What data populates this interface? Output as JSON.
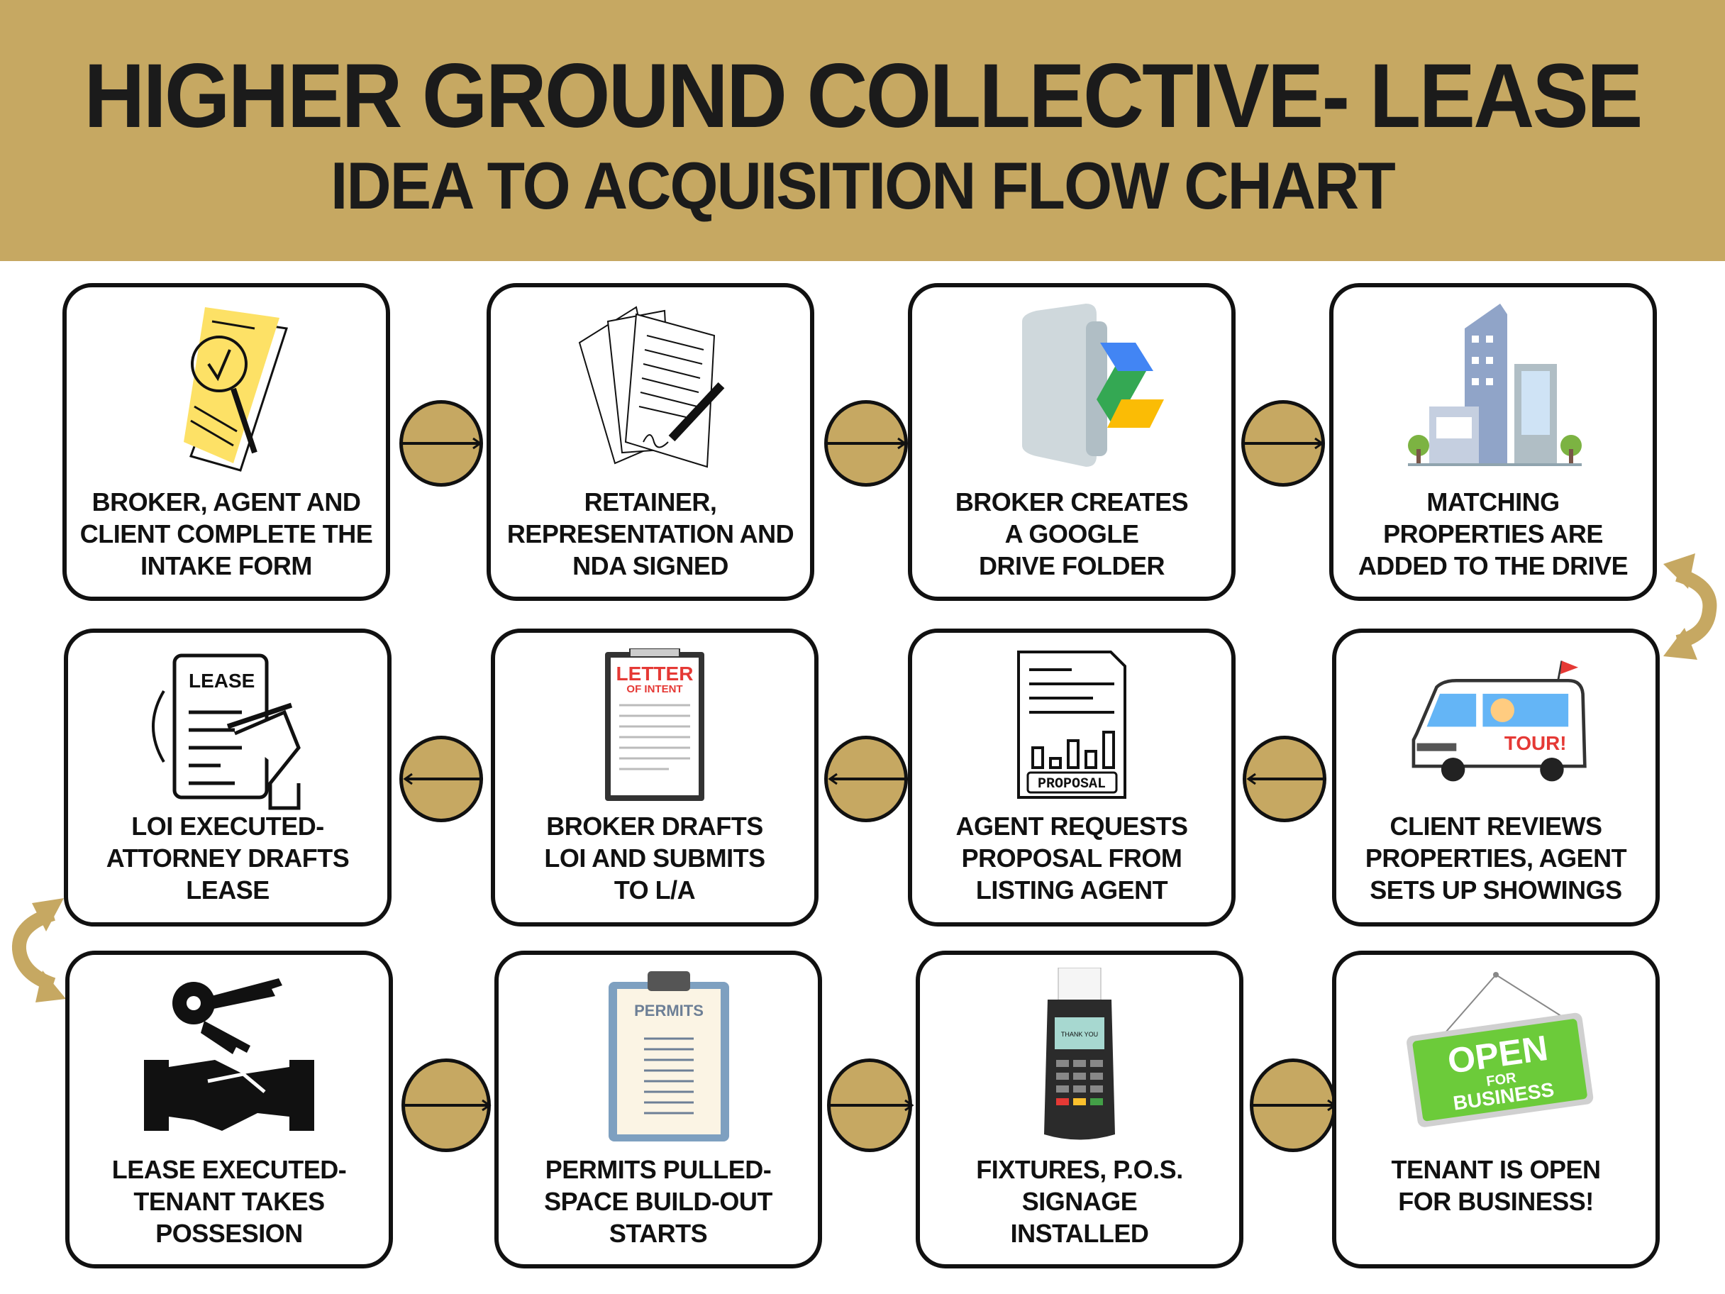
{
  "header": {
    "title": "HIGHER GROUND COLLECTIVE- LEASE",
    "subtitle": "IDEA TO ACQUISITION FLOW CHART"
  },
  "colors": {
    "gold": "#c6a862",
    "border": "#111111"
  },
  "steps": [
    {
      "label": "BROKER, AGENT AND\nCLIENT COMPLETE THE\nINTAKE FORM",
      "icon": "intake-form-magnifier-icon"
    },
    {
      "label": "RETAINER,\nREPRESENTATION AND\nNDA SIGNED",
      "icon": "signed-documents-pen-icon"
    },
    {
      "label": "BROKER CREATES\nA GOOGLE\nDRIVE FOLDER",
      "icon": "google-drive-folder-icon"
    },
    {
      "label": "MATCHING\nPROPERTIES ARE\nADDED TO THE DRIVE",
      "icon": "buildings-icon"
    },
    {
      "label": "CLIENT REVIEWS\nPROPERTIES, AGENT\nSETS UP SHOWINGS",
      "icon": "tour-van-icon",
      "icon_text": "TOUR!"
    },
    {
      "label": "AGENT REQUESTS\nPROPOSAL FROM\nLISTING AGENT",
      "icon": "proposal-document-icon",
      "icon_text": "PROPOSAL"
    },
    {
      "label": "BROKER DRAFTS\nLOI AND SUBMITS\nTO L/A",
      "icon": "letter-of-intent-icon",
      "icon_text": "LETTER",
      "icon_text2": "OF INTENT"
    },
    {
      "label": "LOI EXECUTED-\nATTORNEY DRAFTS\nLEASE",
      "icon": "lease-signing-icon",
      "icon_text": "LEASE"
    },
    {
      "label": "LEASE EXECUTED-\nTENANT TAKES\nPOSSESION",
      "icon": "keys-handshake-icon"
    },
    {
      "label": "PERMITS PULLED-\nSPACE BUILD-OUT\nSTARTS",
      "icon": "permits-clipboard-icon",
      "icon_text": "PERMITS"
    },
    {
      "label": "FIXTURES, P.O.S.\nSIGNAGE\nINSTALLED",
      "icon": "pos-terminal-icon",
      "icon_text": "THANK YOU"
    },
    {
      "label": "TENANT IS OPEN\nFOR BUSINESS!",
      "icon": "open-sign-icon",
      "icon_text": "OPEN",
      "icon_text2": "FOR",
      "icon_text3": "BUSINESS"
    }
  ]
}
